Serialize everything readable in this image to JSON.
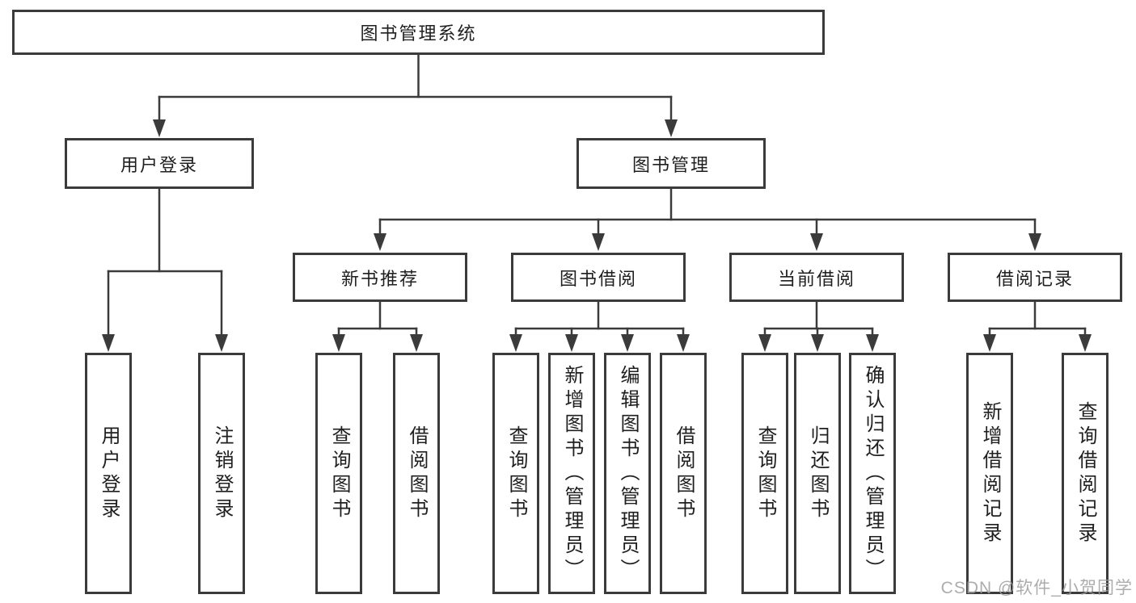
{
  "diagram": {
    "root": {
      "label": "图书管理系统"
    },
    "branches": [
      {
        "label": "用户登录",
        "children": [
          {
            "label": "用户登录"
          },
          {
            "label": "注销登录"
          }
        ]
      },
      {
        "label": "图书管理",
        "children": [
          {
            "label": "新书推荐",
            "children": [
              {
                "label": "查询图书"
              },
              {
                "label": "借阅图书"
              }
            ]
          },
          {
            "label": "图书借阅",
            "children": [
              {
                "label": "查询图书"
              },
              {
                "label": "新增图书（管理员）"
              },
              {
                "label": "编辑图书（管理员）"
              },
              {
                "label": "借阅图书"
              }
            ]
          },
          {
            "label": "当前借阅",
            "children": [
              {
                "label": "查询图书"
              },
              {
                "label": "归还图书"
              },
              {
                "label": "确认归还（管理员）"
              }
            ]
          },
          {
            "label": "借阅记录",
            "children": [
              {
                "label": "新增借阅记录"
              },
              {
                "label": "查询借阅记录"
              }
            ]
          }
        ]
      }
    ],
    "watermark": "CSDN @软件_小贺同学",
    "colors": {
      "line": "#3b3b3b",
      "text": "#1f1f1f",
      "watermark": "#9e9e9e",
      "background": "#ffffff"
    }
  }
}
